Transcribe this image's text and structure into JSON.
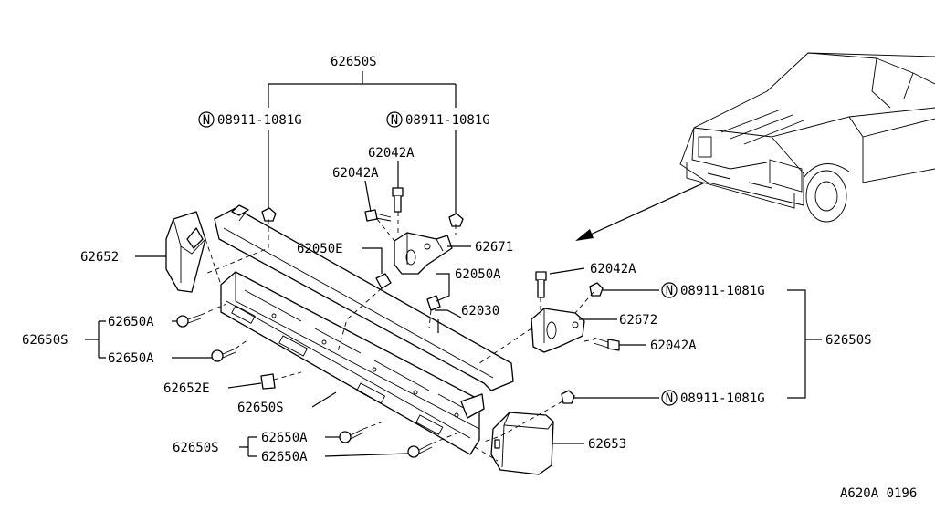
{
  "labels": {
    "kit_top": "62650S",
    "nut_top_left": "08911-1081G",
    "nut_top_right": "08911-1081G",
    "bolt_top_1": "62042A",
    "bolt_top_2": "62042A",
    "bracket_left": "62671",
    "side_left": "62652",
    "clip_left": "62050E",
    "clip_right": "62050A",
    "bar": "62030",
    "bolt_right_1": "62042A",
    "bracket_right": "62672",
    "bolt_right_2": "62042A",
    "nut_right_1": "08911-1081G",
    "nut_right_2": "08911-1081G",
    "kit_right": "62650S",
    "kit_left": "62650S",
    "screw_left_1": "62650A",
    "screw_left_2": "62650A",
    "retainer": "62652E",
    "kit_lower_mid": "62650S",
    "kit_bottom": "62650S",
    "screw_bottom_1": "62650A",
    "screw_bottom_2": "62650A",
    "side_right": "62653",
    "footer_code": "A620A 0196"
  },
  "symbols": {
    "nut_mark": "N"
  }
}
